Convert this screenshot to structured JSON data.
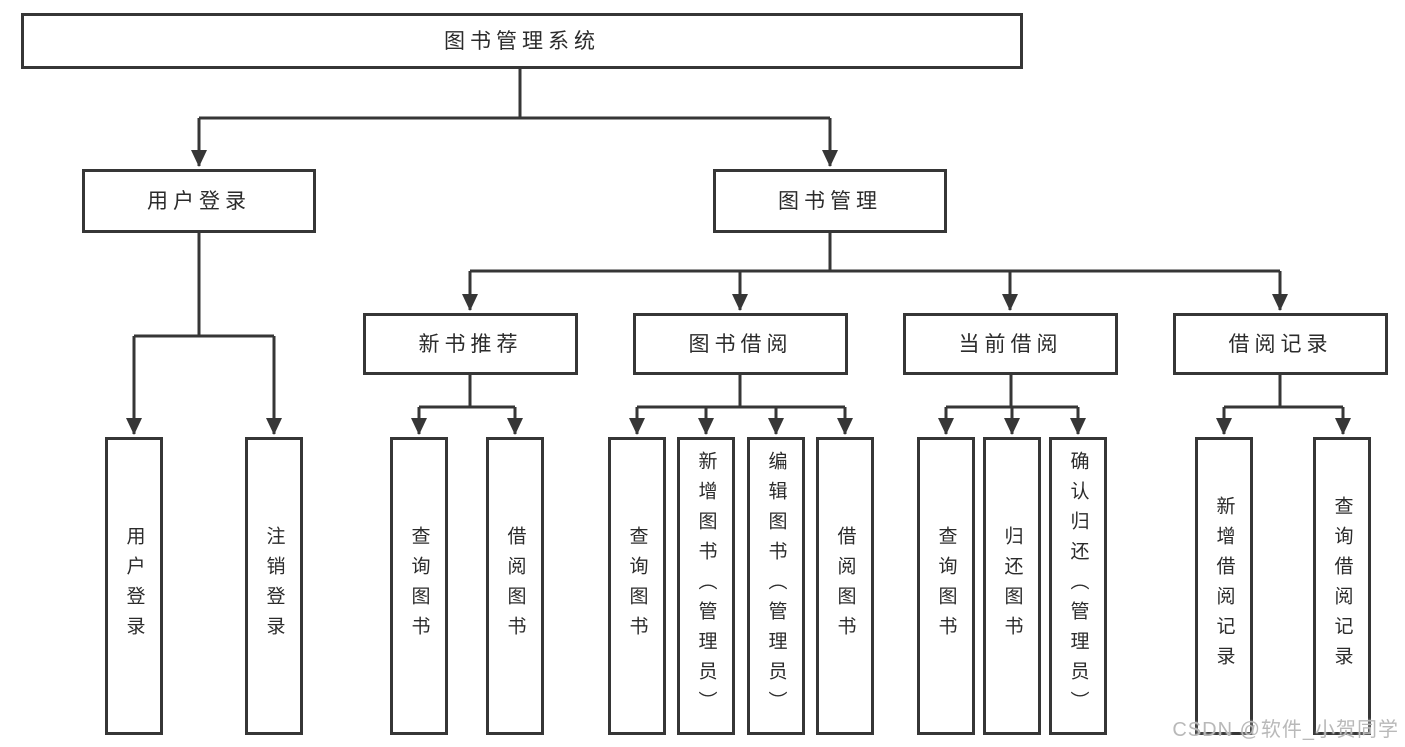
{
  "tree": {
    "root": {
      "label": "图书管理系统",
      "children": [
        {
          "label": "用户登录",
          "children": [
            {
              "label": "用户登录"
            },
            {
              "label": "注销登录"
            }
          ]
        },
        {
          "label": "图书管理",
          "children": [
            {
              "label": "新书推荐",
              "children": [
                {
                  "label": "查询图书"
                },
                {
                  "label": "借阅图书"
                }
              ]
            },
            {
              "label": "图书借阅",
              "children": [
                {
                  "label": "查询图书"
                },
                {
                  "label": "新增图书（管理员）"
                },
                {
                  "label": "编辑图书（管理员）"
                },
                {
                  "label": "借阅图书"
                }
              ]
            },
            {
              "label": "当前借阅",
              "children": [
                {
                  "label": "查询图书"
                },
                {
                  "label": "归还图书"
                },
                {
                  "label": "确认归还（管理员）"
                }
              ]
            },
            {
              "label": "借阅记录",
              "children": [
                {
                  "label": "新增借阅记录"
                },
                {
                  "label": "查询借阅记录"
                }
              ]
            }
          ]
        }
      ]
    }
  },
  "watermark": {
    "text": "CSDN @软件_小贺同学",
    "color": "#b9b9b9"
  },
  "colors": {
    "line": "#363636",
    "box_border": "#363636",
    "text": "#2b2b2b",
    "background": "#ffffff"
  }
}
